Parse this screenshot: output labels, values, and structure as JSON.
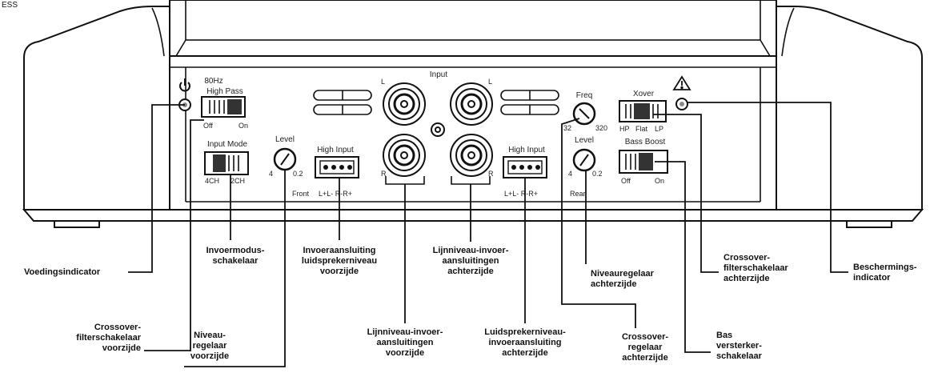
{
  "corner_label": "ESS",
  "panel": {
    "power_icon": "power-icon",
    "warning_icon": "warning-triangle-icon",
    "input_title": "Input",
    "rca_left": "L",
    "rca_right": "R",
    "hp80": {
      "line1": "80Hz",
      "line2": "High Pass",
      "off": "Off",
      "on": "On"
    },
    "input_mode": {
      "title": "Input Mode",
      "a": "4CH",
      "b": "2CH"
    },
    "level": "Level",
    "level_min": "4",
    "level_max": "0.2",
    "high_input": "High Input",
    "terminals": "L+L- R-R+",
    "front": "Front",
    "rear": "Rear",
    "freq": {
      "title": "Freq",
      "min": "32",
      "max": "320"
    },
    "xover": {
      "title": "Xover",
      "hp": "HP",
      "flat": "Flat",
      "lp": "LP"
    },
    "bass_boost": {
      "title": "Bass Boost",
      "off": "Off",
      "on": "On"
    }
  },
  "callouts": {
    "voedingsindicator": [
      "Voedingsindicator"
    ],
    "crossover_front": [
      "Crossover-",
      "filterschakelaar",
      "voorzijde"
    ],
    "invoermodus": [
      "Invoermodus-",
      "schakelaar"
    ],
    "niveau_front": [
      "Niveau-",
      "regelaar",
      "voorzijde"
    ],
    "high_input_front": [
      "Invoeraansluiting",
      "luidsprekerniveau",
      "voorzijde"
    ],
    "line_front": [
      "Lijnniveau-invoer-",
      "aansluitingen",
      "voorzijde"
    ],
    "line_rear": [
      "Lijnniveau-invoer-",
      "aansluitingen",
      "achterzijde"
    ],
    "high_input_rear": [
      "Luidsprekerniveau-",
      "invoeraansluiting",
      "achterzijde"
    ],
    "niveau_rear": [
      "Niveauregelaar",
      "achterzijde"
    ],
    "crossover_regelaar": [
      "Crossover-",
      "regelaar",
      "achterzijde"
    ],
    "bas": [
      "Bas",
      "versterker-",
      "schakelaar"
    ],
    "crossover_rear": [
      "Crossover-",
      "filterschakelaar",
      "achterzijde"
    ],
    "bescherming": [
      "Beschermings-",
      "indicator"
    ]
  }
}
